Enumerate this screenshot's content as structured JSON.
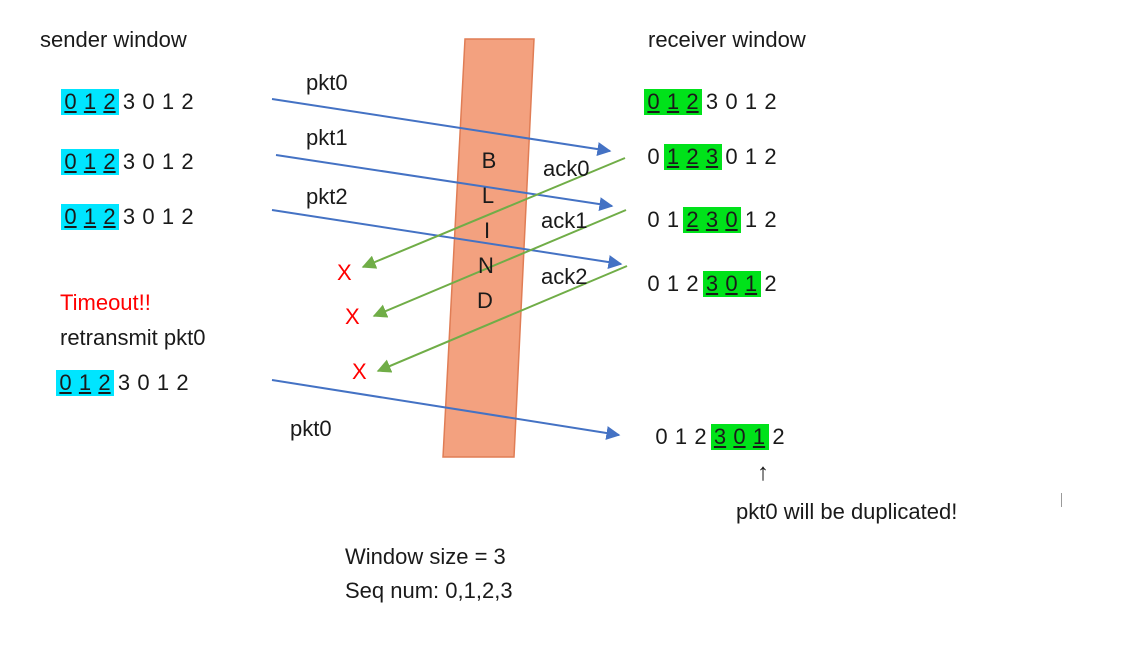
{
  "title_left": "sender window",
  "title_right": "receiver window",
  "colors": {
    "sender_highlight": "#00e5ff",
    "receiver_highlight": "#00e21a",
    "blind_fill": "#f3a17f",
    "blind_stroke": "#e07d55",
    "pkt_arrow": "#4472c4",
    "ack_arrow": "#70ad47",
    "timeout": "#ff0000",
    "x_mark": "#ff0000"
  },
  "sequence": [
    "0",
    "1",
    "2",
    "3",
    "0",
    "1",
    "2"
  ],
  "sender_rows": [
    {
      "window": [
        0,
        2
      ]
    },
    {
      "window": [
        0,
        2
      ]
    },
    {
      "window": [
        0,
        2
      ]
    },
    {
      "window": [
        0,
        2
      ]
    }
  ],
  "receiver_rows": [
    {
      "window": [
        0,
        2
      ]
    },
    {
      "window": [
        1,
        3
      ]
    },
    {
      "window": [
        2,
        4
      ]
    },
    {
      "window": [
        3,
        5
      ]
    },
    {
      "window": [
        3,
        5
      ]
    }
  ],
  "packet_labels": [
    "pkt0",
    "pkt1",
    "pkt2",
    "pkt0"
  ],
  "ack_labels": [
    "ack0",
    "ack1",
    "ack2"
  ],
  "lost_marks": [
    "X",
    "X",
    "X"
  ],
  "blind_letters": [
    "B",
    "L",
    "I",
    "N",
    "D"
  ],
  "timeout_text": "Timeout!!",
  "retransmit_text": "retransmit pkt0",
  "duplicate_arrow": "↑",
  "duplicate_text": "pkt0 will be duplicated!",
  "window_size_text": "Window size = 3",
  "seq_num_text": "Seq num: 0,1,2,3"
}
